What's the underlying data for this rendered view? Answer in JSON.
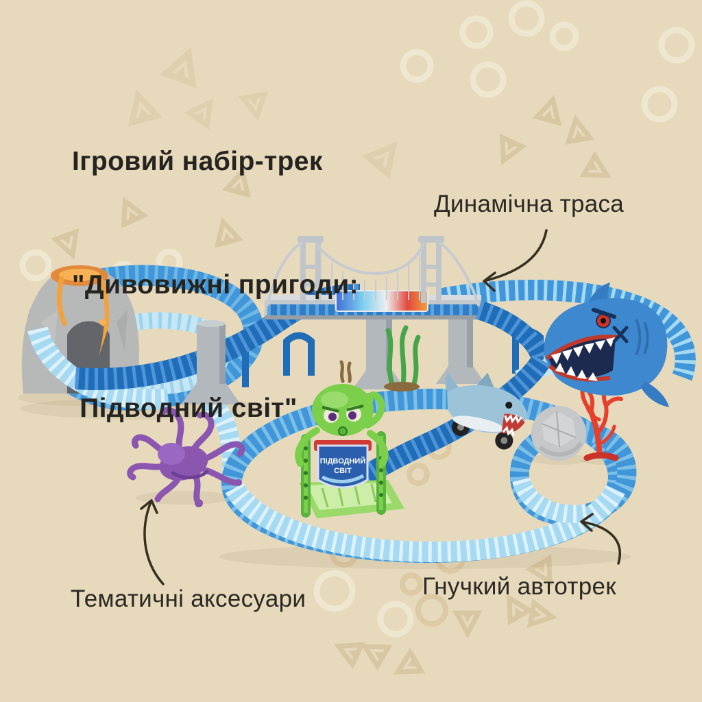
{
  "meta": {
    "kind": "product-infographic",
    "language": "uk"
  },
  "title": {
    "line1": "Ігровий набір-трек",
    "line2": "\"Дивовижні пригоди:",
    "line3": " Підводний світ\""
  },
  "annotations": {
    "dynamic_track": "Динамічна траса",
    "themed_accessories": "Тематичні аксесуари",
    "flexible_track": "Гнучкий автотрек"
  },
  "illustration": {
    "description": "Toy flexible race-track playset: volcano arch, suspension bridge, loops of segmented blue track, shark head tunnel, green octopus gate, shark car, boulder, red coral, seaweed, purple octopus accessory",
    "gate_sign": {
      "line1": "Підводний",
      "line2": "світ"
    }
  },
  "colors": {
    "background": "#e6d9bc",
    "ring_cream": "#f1e8d2",
    "ring_tan": "#d9c69e",
    "triangle": "#cdb98f",
    "title_text": "#262420",
    "label_text": "#2c2822",
    "arrow": "#35301f",
    "track_dark": "#1f6cb8",
    "track_dark_tick": "#4e94d6",
    "track_blue": "#4096d8",
    "track_blue_tick": "#7cc0e8",
    "track_light": "#a6d9f2",
    "track_light_tick": "#ddf2fc",
    "track_pale": "#c5e7f6",
    "bridge_grey": "#c3c8cd",
    "bridge_rail": "#d8dce0",
    "pillar_grey": "#b3b8bd",
    "rock_grey": "#b7b9b8",
    "lava": "#f2a23c",
    "shark_blue": "#3e88cf",
    "shark_fin": "#357cc2",
    "mouth_navy": "#1d2a4f",
    "gum_red": "#c0392b",
    "octopus_green": "#7ccf4a",
    "octopus_green_dark": "#58b33c",
    "pad_green": "#9bd96a",
    "pad_green_light": "#cdeea8",
    "octopus_purple": "#8a56b0",
    "coral_red": "#e5402c",
    "seaweed_green": "#45a549",
    "soil_brown": "#8a6b3e",
    "ball_grey": "#c6c7c8",
    "car_body": "#9dc3d8"
  }
}
